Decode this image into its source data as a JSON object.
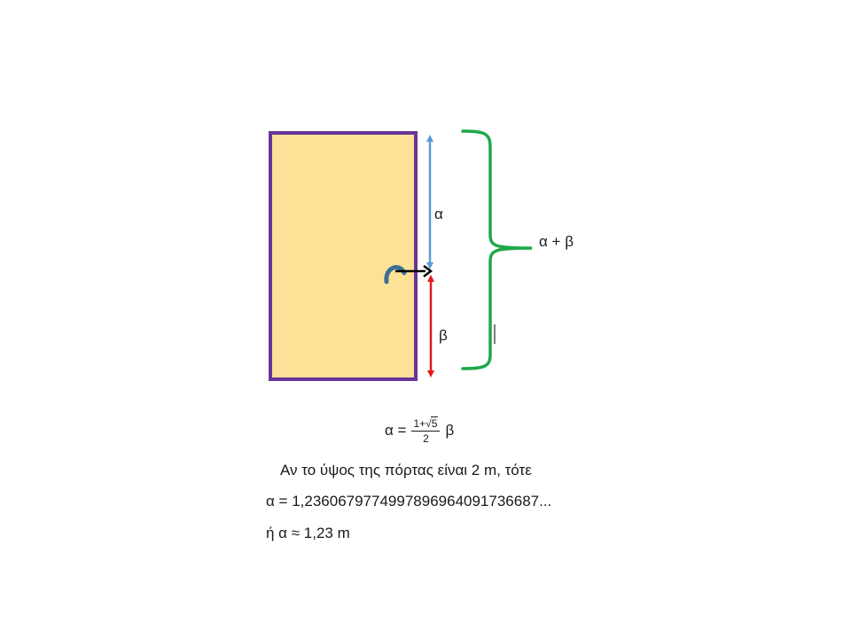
{
  "colors": {
    "door_fill": "#FCE196",
    "door_border": "#6A3499",
    "alpha_arrow": "#5B9BD5",
    "beta_arrow": "#E01A1A",
    "brace": "#1FA84A",
    "handle": "#3D6E96"
  },
  "labels": {
    "alpha": "α",
    "beta": "β",
    "sum": "α + β"
  },
  "formula": {
    "lhs": "α =",
    "numerator_prefix": "1+",
    "sqrt_symbol": "√",
    "radicand": "5",
    "denominator": "2",
    "rhs": "β"
  },
  "text": {
    "line1": "Αν το ύψος της πόρτας είναι 2 m, τότε",
    "line2": "α = 1,2360679774997896964091736687...",
    "line3": "ή  α ≈ 1,23 m"
  }
}
